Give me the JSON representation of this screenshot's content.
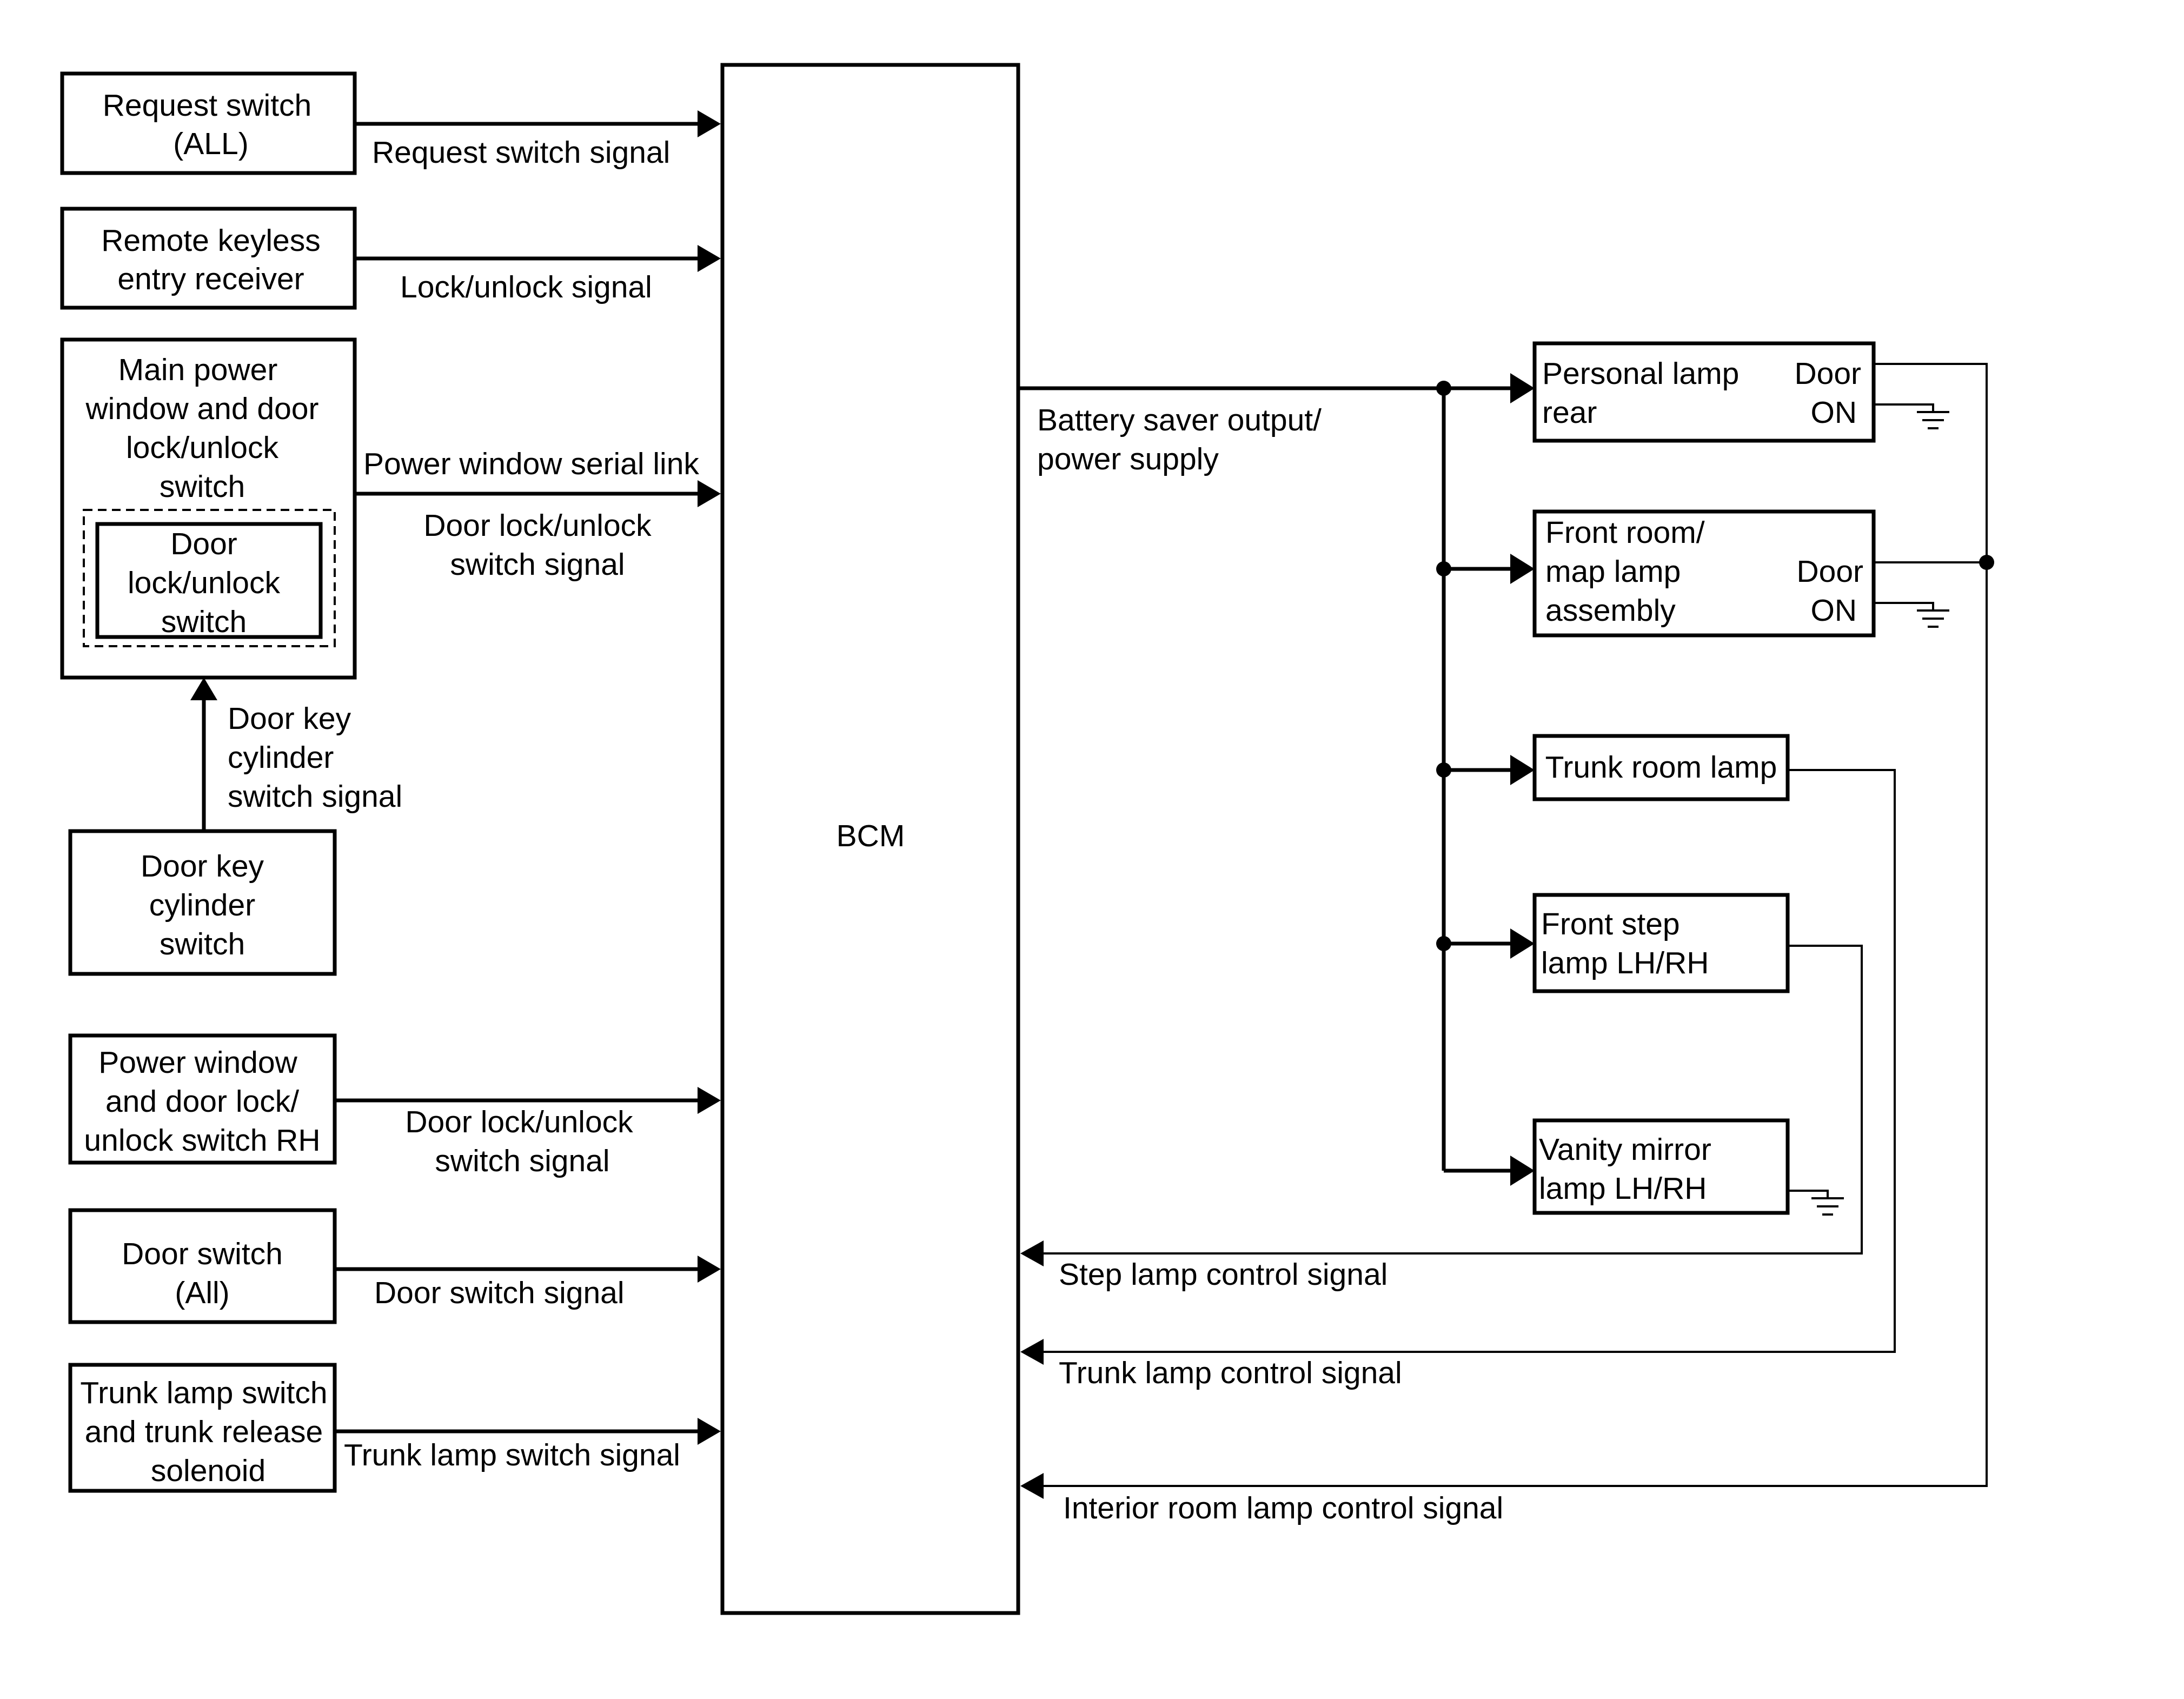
{
  "bcm": {
    "label": "BCM"
  },
  "inputs": {
    "request_switch": {
      "line1": "Request switch",
      "line2": "(ALL)",
      "signal": "Request switch signal"
    },
    "remote_keyless": {
      "line1": "Remote keyless",
      "line2": "entry receiver",
      "signal": "Lock/unlock signal"
    },
    "main_power_window": {
      "line1": "Main power",
      "line2": "window and door",
      "line3": "lock/unlock",
      "line4": "switch",
      "inner_line1": "Door",
      "inner_line2": "lock/unlock",
      "inner_line3": "switch",
      "signal1": "Power window serial link",
      "signal2a": "Door lock/unlock",
      "signal2b": "switch signal"
    },
    "door_key_cylinder": {
      "line1": "Door key",
      "line2": "cylinder",
      "line3": "switch",
      "signal1": "Door key",
      "signal2": "cylinder",
      "signal3": "switch signal"
    },
    "power_window_rh": {
      "line1": "Power window",
      "line2": "and door lock/",
      "line3": "unlock switch RH",
      "signal1": "Door lock/unlock",
      "signal2": "switch signal"
    },
    "door_switch": {
      "line1": "Door switch",
      "line2": "(All)",
      "signal": "Door switch signal"
    },
    "trunk_lamp_switch": {
      "line1": "Trunk lamp switch",
      "line2": "and trunk release",
      "line3": "solenoid",
      "signal": "Trunk lamp switch signal"
    }
  },
  "outputs": {
    "battery_saver": {
      "line1": "Battery saver output/",
      "line2": "power supply"
    },
    "personal_lamp": {
      "line1": "Personal lamp",
      "line2": "rear",
      "door": "Door",
      "on": "ON"
    },
    "front_room_lamp": {
      "line1": "Front room/",
      "line2": "map lamp",
      "line3": "assembly",
      "door": "Door",
      "on": "ON"
    },
    "trunk_room_lamp": {
      "label": "Trunk room lamp"
    },
    "front_step_lamp": {
      "line1": "Front step",
      "line2": "lamp LH/RH"
    },
    "vanity_mirror_lamp": {
      "line1": "Vanity mirror",
      "line2": "lamp LH/RH"
    }
  },
  "return_signals": {
    "step": "Step lamp control signal",
    "trunk": "Trunk lamp control signal",
    "interior": "Interior room lamp control signal"
  }
}
